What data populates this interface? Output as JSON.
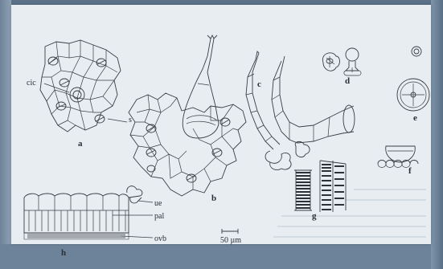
{
  "figure": {
    "panel_labels": [
      "a",
      "b",
      "c",
      "d",
      "e",
      "f",
      "g",
      "h"
    ],
    "annotations": {
      "cic": "cic",
      "s": "s",
      "ue": "ue",
      "pal": "pal",
      "ovb": "ovb"
    },
    "scale_bar": "50 µm"
  }
}
